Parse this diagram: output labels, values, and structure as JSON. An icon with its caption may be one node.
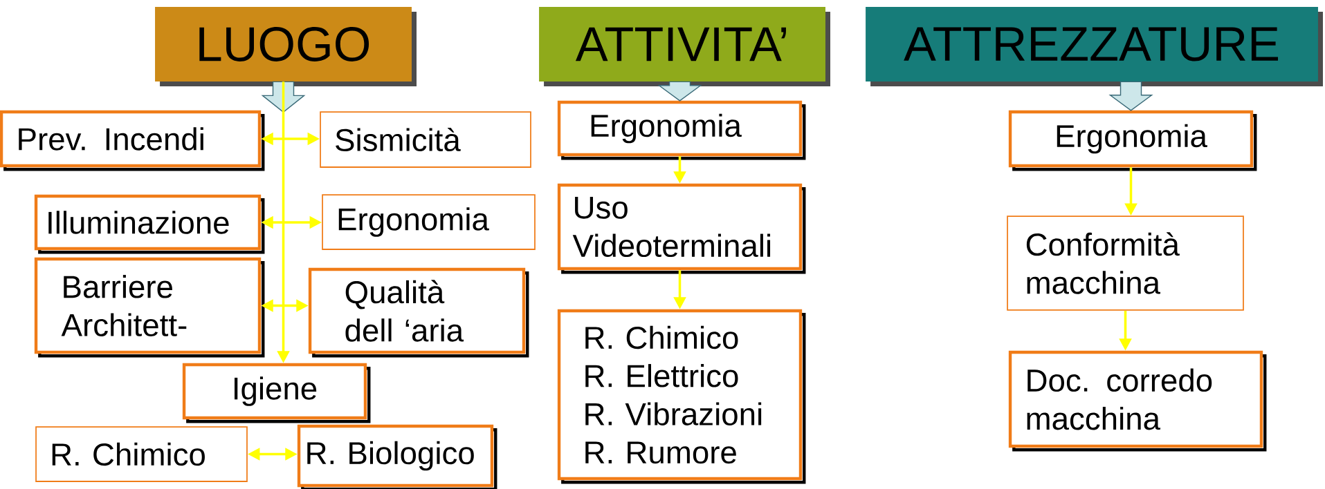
{
  "diagram": {
    "nodes": [
      {
        "text": [
          "LUOGO"
        ]
      },
      {
        "text": [
          "ATTIVITA’"
        ]
      },
      {
        "text": [
          "ATTREZZATURE"
        ]
      },
      {
        "text": [
          "Prev. Incendi"
        ]
      },
      {
        "text": [
          "Sismicità"
        ]
      },
      {
        "text": [
          "Illuminazione"
        ]
      },
      {
        "text": [
          "Ergonomia"
        ]
      },
      {
        "text": [
          "Barriere Architett-"
        ]
      },
      {
        "text": [
          "Qualità dell ‘aria"
        ]
      },
      {
        "text": [
          "Igiene"
        ]
      },
      {
        "text": [
          "R. Chimico"
        ]
      },
      {
        "text": [
          "R. Biologico"
        ]
      },
      {
        "text": [
          "Ergonomia"
        ]
      },
      {
        "text": [
          "Uso Videoterminali"
        ]
      },
      {
        "text": [
          "R. Chimico",
          "R. Elettrico",
          "R. Vibrazioni",
          "R. Rumore"
        ]
      },
      {
        "text": [
          "Ergonomia"
        ]
      },
      {
        "text": [
          "Conformità macchina"
        ]
      },
      {
        "text": [
          "Doc. corredo macchina"
        ]
      }
    ],
    "edges": [
      {
        "from": 0,
        "to": null,
        "arrow": "to",
        "style": "thick"
      },
      {
        "from": 0,
        "to": 9,
        "arrow": "to"
      },
      {
        "from": 3,
        "to": 4,
        "arrow": "both"
      },
      {
        "from": 5,
        "to": 6,
        "arrow": "both"
      },
      {
        "from": 7,
        "to": 8,
        "arrow": "both"
      },
      {
        "from": 10,
        "to": 11,
        "arrow": "both"
      },
      {
        "from": 1,
        "to": 12,
        "arrow": "to",
        "style": "thick"
      },
      {
        "from": 12,
        "to": 13,
        "arrow": "to"
      },
      {
        "from": 13,
        "to": 14,
        "arrow": "to"
      },
      {
        "from": 2,
        "to": 15,
        "arrow": "to",
        "style": "thick"
      },
      {
        "from": 15,
        "to": 16,
        "arrow": "to"
      },
      {
        "from": 16,
        "to": 17,
        "arrow": "to"
      }
    ]
  }
}
